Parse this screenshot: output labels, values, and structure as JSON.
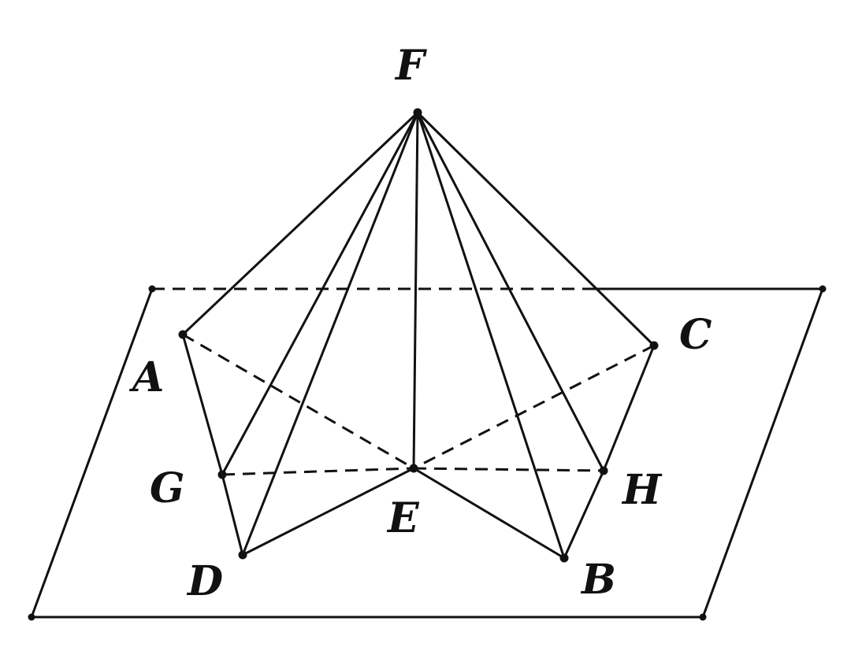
{
  "labels": {
    "F": "F",
    "A": "A",
    "C": "C",
    "G": "G",
    "E": "E",
    "H": "H",
    "D": "D",
    "B": "B"
  }
}
